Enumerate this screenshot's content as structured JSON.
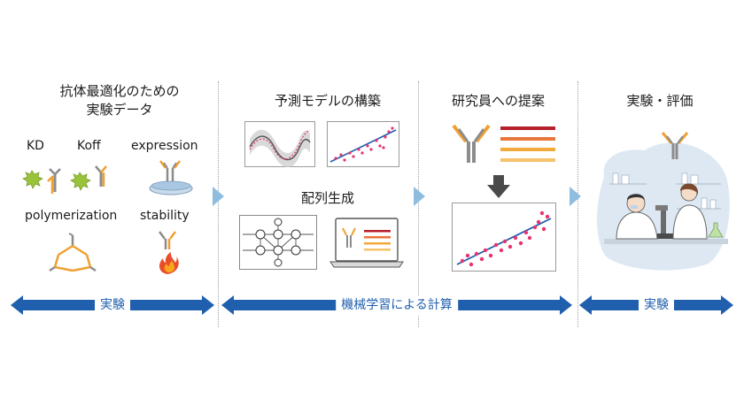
{
  "colors": {
    "arrow_blue": "#1f5fae",
    "step_arrow": "#8fbde0",
    "antibody_orange": "#f0a030",
    "antibody_gray": "#8c8c8c",
    "scatter_pink": "#e8336e",
    "fit_line": "#1f5fae"
  },
  "sections": {
    "data": {
      "title_line1": "抗体最適化のための",
      "title_line2": "実験データ",
      "labels": {
        "kd": "KD",
        "koff": "Koff",
        "expression": "expression",
        "polymerization": "polymerization",
        "stability": "stability"
      }
    },
    "model": {
      "title": "予測モデルの構築",
      "sub_title": "配列生成"
    },
    "proposal": {
      "title": "研究員への提案"
    },
    "experiment": {
      "title": "実験・評価"
    }
  },
  "bottom_arrows": {
    "left": "実験",
    "middle": "機械学習による計算",
    "right": "実験"
  },
  "icons": {
    "antibody": "antibody-icon",
    "virus": "virus-icon",
    "petri_dish": "petri-dish-icon",
    "flame": "flame-icon",
    "down_arrow": "down-arrow-icon",
    "laptop": "laptop-icon",
    "network": "neural-network-icon",
    "lab": "lab-scientists-illustration"
  }
}
